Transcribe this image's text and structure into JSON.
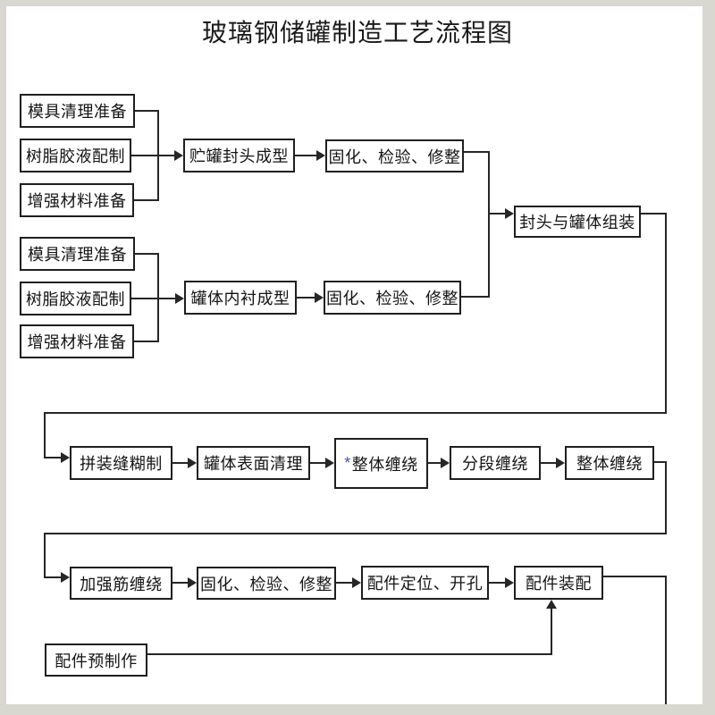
{
  "title": "玻璃钢储罐制造工艺流程图",
  "colors": {
    "background": "#d8d7d0",
    "page": "#ffffff",
    "line": "#262626",
    "asterisk_accent": "#4055a8"
  },
  "nodes": {
    "a1": {
      "label": "模具清理准备"
    },
    "a2": {
      "label": "树脂胶液配制"
    },
    "a3": {
      "label": "增强材料准备"
    },
    "a4": {
      "label": "贮罐封头成型"
    },
    "a5": {
      "label": "固化、检验、修整"
    },
    "a6": {
      "label": "封头与罐体组装"
    },
    "b1": {
      "label": "模具清理准备"
    },
    "b2": {
      "label": "树脂胶液配制"
    },
    "b3": {
      "label": "增强材料准备"
    },
    "b4": {
      "label": "罐体内衬成型"
    },
    "b5": {
      "label": "固化、检验、修整"
    },
    "c1": {
      "label": "拼装缝糊制"
    },
    "c2": {
      "label": "罐体表面清理"
    },
    "c3": {
      "prefix": "*",
      "label": "整体缠绕"
    },
    "c4": {
      "label": "分段缠绕"
    },
    "c5": {
      "label": "整体缠绕"
    },
    "d1": {
      "label": "加强筋缠绕"
    },
    "d2": {
      "label": "固化、检验、修整"
    },
    "d3": {
      "label": "配件定位、开孔"
    },
    "d4": {
      "label": "配件装配"
    },
    "e1": {
      "label": "配件预制作"
    }
  }
}
